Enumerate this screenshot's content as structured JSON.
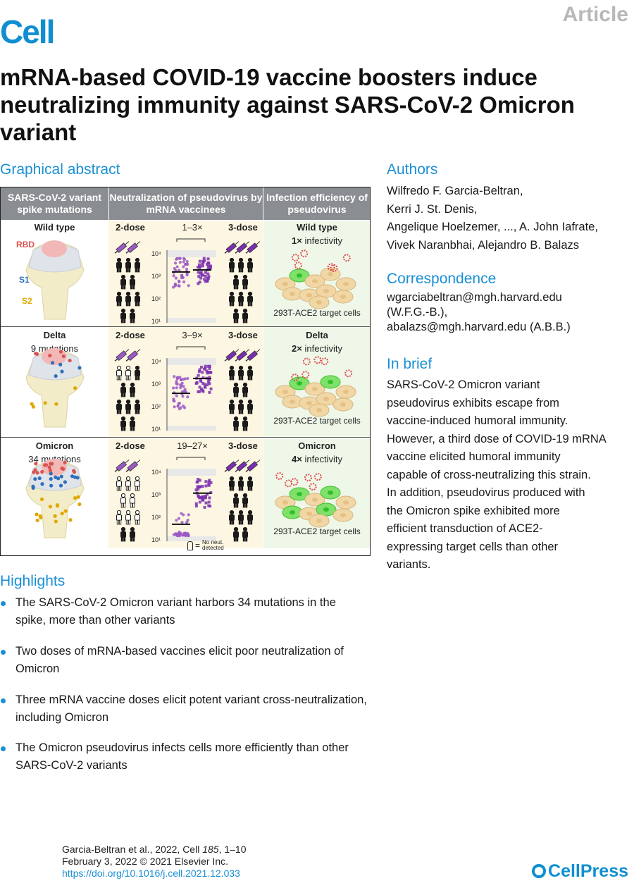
{
  "header": {
    "journal": "Cell",
    "article_type": "Article"
  },
  "title": "mRNA-based COVID-19 vaccine boosters induce neutralizing immunity against SARS-CoV-2 Omicron variant",
  "graphical_abstract": {
    "heading": "Graphical abstract",
    "columns": [
      "SARS-CoV-2 variant spike mutations",
      "Neutralization of pseudovirus by mRNA vaccinees",
      "Infection efficiency of pseudovirus"
    ],
    "dose_labels": [
      "2-dose",
      "3-dose"
    ],
    "axis_ticks": [
      "10⁴",
      "10³",
      "10²",
      "10¹"
    ],
    "rows": [
      {
        "variant": "Wild type",
        "mutations": "",
        "fold": "1–3×",
        "infect_variant": "Wild type",
        "infect_mult": "1×",
        "infect_word": "infectivity",
        "cells": "293T-ACE2 target cells"
      },
      {
        "variant": "Delta",
        "mutations": "9 mutations",
        "fold": "3–9×",
        "infect_variant": "Delta",
        "infect_mult": "2×",
        "infect_word": "infectivity",
        "cells": "293T-ACE2 target cells"
      },
      {
        "variant": "Omicron",
        "mutations": "34 mutations",
        "fold": "19–27×",
        "infect_variant": "Omicron",
        "infect_mult": "4×",
        "infect_word": "infectivity",
        "cells": "293T-ACE2 target cells"
      }
    ],
    "domain_labels": {
      "rbd": "RBD",
      "s1": "S1",
      "s2": "S2"
    },
    "legend": {
      "equals": "=",
      "line1": "No neut.",
      "line2": "detected"
    },
    "colors": {
      "dose2": "#9b59c6",
      "dose3": "#7a2fb0",
      "rbd": "#d9534f",
      "s1": "#2d6fb8",
      "s2": "#e0a800"
    }
  },
  "highlights": {
    "heading": "Highlights",
    "items": [
      "The SARS-CoV-2 Omicron variant harbors 34 mutations in the spike, more than other variants",
      "Two doses of mRNA-based vaccines elicit poor neutralization of Omicron",
      "Three mRNA vaccine doses elicit potent variant cross-neutralization, including Omicron",
      "The Omicron pseudovirus infects cells more efficiently than other SARS-CoV-2 variants"
    ]
  },
  "authors": {
    "heading": "Authors",
    "lines": [
      "Wilfredo F. Garcia-Beltran,",
      "Kerri J. St. Denis,",
      "Angelique Hoelzemer, ..., A. John Iafrate,",
      "Vivek Naranbhai, Alejandro B. Balazs"
    ]
  },
  "correspondence": {
    "heading": "Correspondence",
    "lines": [
      "wgarciabeltran@mgh.harvard.edu",
      "(W.F.G.-B.),",
      "abalazs@mgh.harvard.edu (A.B.B.)"
    ]
  },
  "in_brief": {
    "heading": "In brief",
    "lines": [
      "SARS-CoV-2 Omicron variant",
      "pseudovirus exhibits escape from",
      "vaccine-induced humoral immunity.",
      "However, a third dose of COVID-19 mRNA",
      "vaccine elicited humoral immunity",
      "capable of cross-neutralizing this strain.",
      "In addition, pseudovirus produced with",
      "the Omicron spike exhibited more",
      "efficient transduction of ACE2-",
      "expressing target cells than other",
      "variants."
    ]
  },
  "footer": {
    "line1_pre": "Garcia-Beltran et al., 2022, Cell ",
    "line1_vol": "185",
    "line1_post": ", 1–10",
    "line2": "February 3, 2022 © 2021 Elsevier Inc.",
    "doi": "https://doi.org/10.1016/j.cell.2021.12.033"
  },
  "publisher": "CellPress"
}
